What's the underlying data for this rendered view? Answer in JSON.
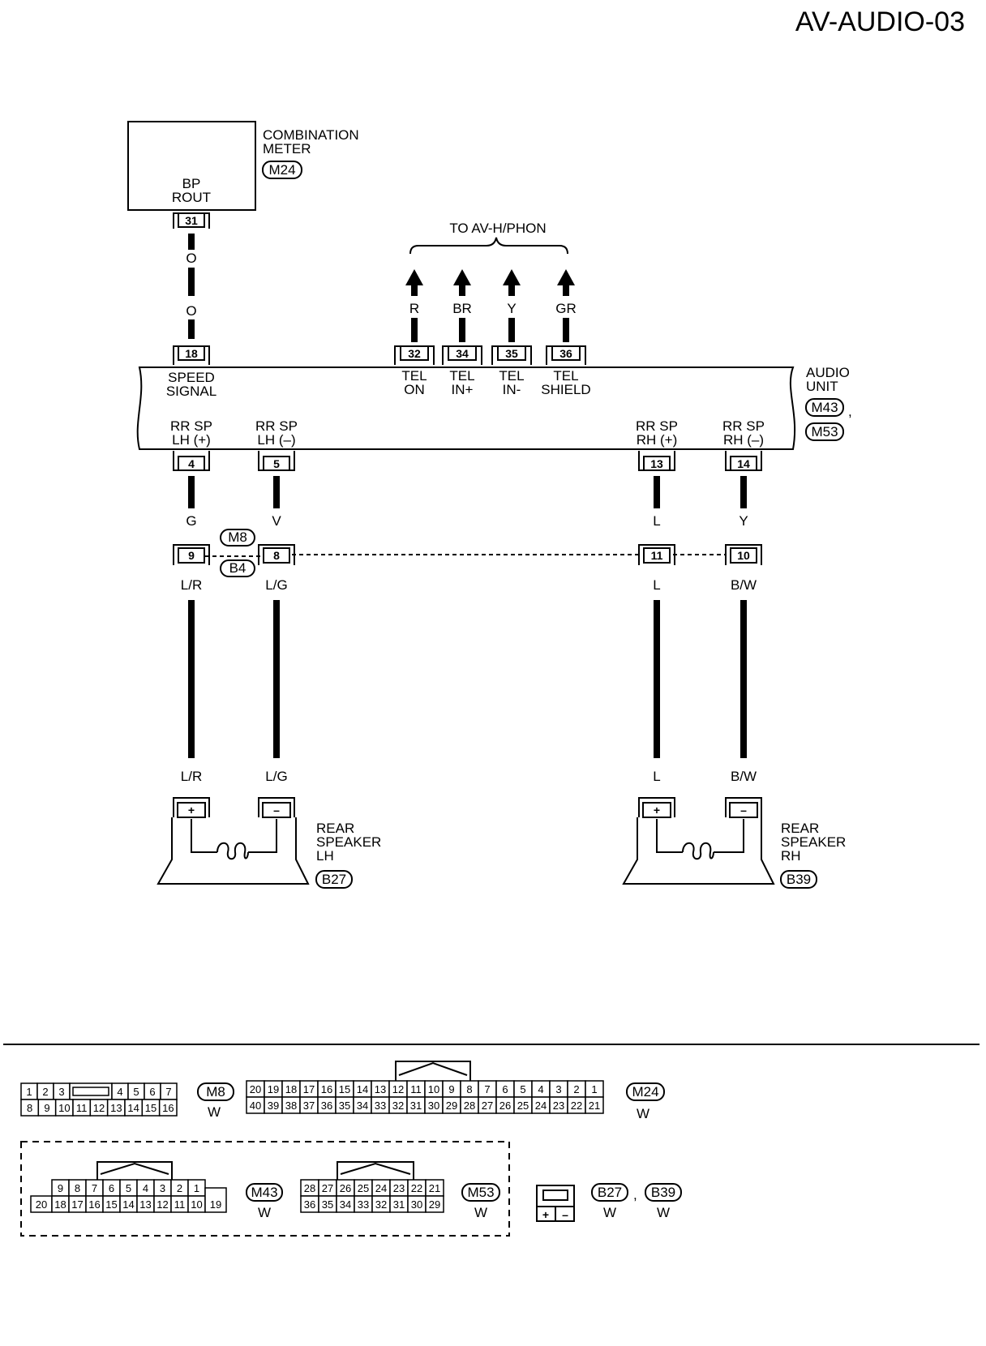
{
  "page_title": "AV-AUDIO-03",
  "combination_meter": {
    "name_line1": "COMBINATION",
    "name_line2": "METER",
    "connector": "M24",
    "terminal_line1": "BP",
    "terminal_line2": "ROUT",
    "pin": "31",
    "wire_top": "O",
    "wire_bottom": "O"
  },
  "to_av": {
    "label": "TO AV-H/PHON"
  },
  "tel_wires": [
    {
      "color": "R",
      "pin": "32",
      "l1": "TEL",
      "l2": "ON"
    },
    {
      "color": "BR",
      "pin": "34",
      "l1": "TEL",
      "l2": "IN+"
    },
    {
      "color": "Y",
      "pin": "35",
      "l1": "TEL",
      "l2": "IN-"
    },
    {
      "color": "GR",
      "pin": "36",
      "l1": "TEL",
      "l2": "SHIELD"
    }
  ],
  "audio_unit": {
    "name_line1": "AUDIO",
    "name_line2": "UNIT",
    "connector1": "M43",
    "separator": ",",
    "connector2": "M53",
    "speed_pin": "18",
    "speed_l1": "SPEED",
    "speed_l2": "SIGNAL"
  },
  "speaker_outputs": [
    {
      "l1": "RR SP",
      "l2": "LH (+)",
      "pin": "4",
      "wire1": "G",
      "jpin": "9",
      "wire2": "L/R",
      "wire3": "L/R",
      "sign": "+"
    },
    {
      "l1": "RR SP",
      "l2": "LH (–)",
      "pin": "5",
      "wire1": "V",
      "jpin": "8",
      "wire2": "L/G",
      "wire3": "L/G",
      "sign": "–"
    },
    {
      "l1": "RR SP",
      "l2": "RH (+)",
      "pin": "13",
      "wire1": "L",
      "jpin": "11",
      "wire2": "L",
      "wire3": "L",
      "sign": "+"
    },
    {
      "l1": "RR SP",
      "l2": "RH (–)",
      "pin": "14",
      "wire1": "Y",
      "jpin": "10",
      "wire2": "B/W",
      "wire3": "B/W",
      "sign": "–"
    }
  ],
  "joint": {
    "top": "M8",
    "bottom": "B4"
  },
  "speakers": [
    {
      "l1": "REAR",
      "l2": "SPEAKER",
      "l3": "LH",
      "connector": "B27"
    },
    {
      "l1": "REAR",
      "l2": "SPEAKER",
      "l3": "RH",
      "connector": "B39"
    }
  ],
  "connector_views": {
    "m8": {
      "name": "M8",
      "color": "W",
      "row1": [
        "1",
        "2",
        "3",
        "",
        "4",
        "5",
        "6",
        "7"
      ],
      "row2": [
        "8",
        "9",
        "10",
        "11",
        "12",
        "13",
        "14",
        "15",
        "16"
      ]
    },
    "m24": {
      "name": "M24",
      "color": "W",
      "row1": [
        "20",
        "19",
        "18",
        "17",
        "16",
        "15",
        "14",
        "13",
        "12",
        "11",
        "10",
        "9",
        "8",
        "7",
        "6",
        "5",
        "4",
        "3",
        "2",
        "1"
      ],
      "row2": [
        "40",
        "39",
        "38",
        "37",
        "36",
        "35",
        "34",
        "33",
        "32",
        "31",
        "30",
        "29",
        "28",
        "27",
        "26",
        "25",
        "24",
        "23",
        "22",
        "21"
      ]
    },
    "m43": {
      "name": "M43",
      "color": "W",
      "row1": [
        "9",
        "8",
        "7",
        "6",
        "5",
        "4",
        "3",
        "2",
        "1"
      ],
      "row2": [
        "18",
        "17",
        "16",
        "15",
        "14",
        "13",
        "12",
        "11",
        "10"
      ],
      "left": "20",
      "right": "19"
    },
    "m53": {
      "name": "M53",
      "color": "W",
      "row1": [
        "28",
        "27",
        "26",
        "25",
        "24",
        "23",
        "22",
        "21"
      ],
      "row2": [
        "36",
        "35",
        "34",
        "33",
        "32",
        "31",
        "30",
        "29"
      ]
    },
    "spk": {
      "plus": "+",
      "minus": "–",
      "name1": "B27",
      "sep": ",",
      "name2": "B39",
      "color1": "W",
      "color2": "W"
    }
  }
}
